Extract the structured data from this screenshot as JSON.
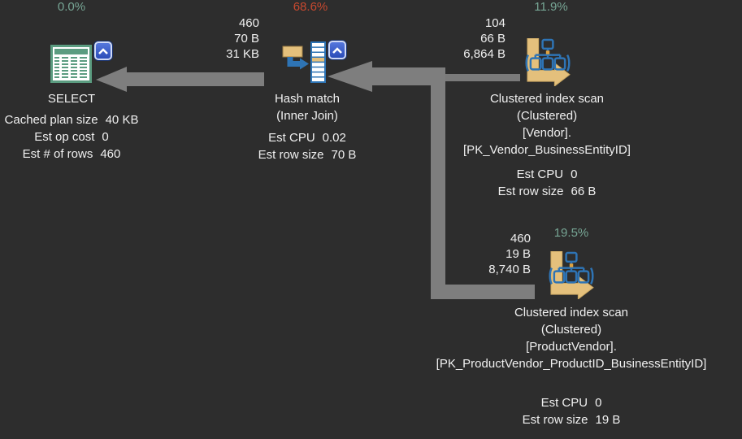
{
  "colors": {
    "background": "#2d2d2d",
    "text": "#f0f0f0",
    "arrow": "#7e7e7e",
    "percent_low": "#77a695",
    "percent_high": "#c8492f",
    "icon_blue": "#2e74b5",
    "icon_tan": "#e4c07c",
    "icon_green": "#5b9c80"
  },
  "nodes": {
    "select": {
      "percent": "0.0%",
      "title": "SELECT",
      "details": [
        {
          "label": "Cached plan size",
          "value": "40 KB"
        },
        {
          "label": "Est op cost",
          "value": "0"
        },
        {
          "label": "Est # of rows",
          "value": "460"
        }
      ]
    },
    "hash_match": {
      "percent": "68.6%",
      "title": "Hash match",
      "subtitle": "(Inner Join)",
      "details": [
        {
          "label": "Est CPU",
          "value": "0.02"
        },
        {
          "label": "Est row size",
          "value": "70 B"
        }
      ]
    },
    "vendor_scan": {
      "percent": "11.9%",
      "title": "Clustered index scan",
      "subtitle": "(Clustered)",
      "object_name": "[Vendor].",
      "index_name": "[PK_Vendor_BusinessEntityID]",
      "details": [
        {
          "label": "Est CPU",
          "value": "0"
        },
        {
          "label": "Est row size",
          "value": "66 B"
        }
      ]
    },
    "productvendor_scan": {
      "percent": "19.5%",
      "title": "Clustered index scan",
      "subtitle": "(Clustered)",
      "object_name": "[ProductVendor].",
      "index_name": "[PK_ProductVendor_ProductID_BusinessEntityID]",
      "details": [
        {
          "label": "Est CPU",
          "value": "0"
        },
        {
          "label": "Est row size",
          "value": "19 B"
        }
      ]
    }
  },
  "edges": {
    "hash_to_select": {
      "rows": "460",
      "row_size": "70 B",
      "data_size": "31 KB"
    },
    "vendor_to_hash": {
      "rows": "104",
      "row_size": "66 B",
      "data_size": "6,864 B"
    },
    "productvendor_to_hash": {
      "rows": "460",
      "row_size": "19 B",
      "data_size": "8,740 B"
    }
  }
}
